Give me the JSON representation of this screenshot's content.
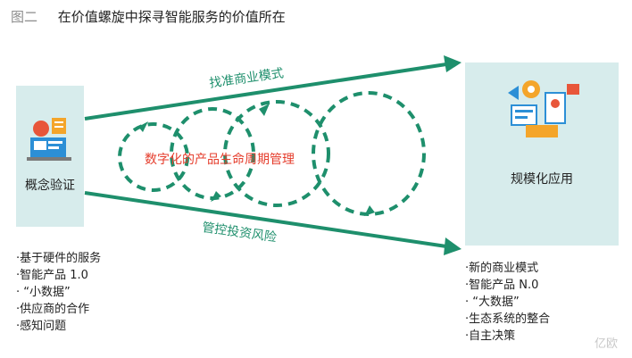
{
  "header": {
    "figure_label": "图二",
    "title": "在价值螺旋中探寻智能服务的价值所在"
  },
  "left_box": {
    "label": "概念验证"
  },
  "right_box": {
    "label": "规模化应用"
  },
  "top_arrow_label": "找准商业模式",
  "bottom_arrow_label": "管控投资风险",
  "center_label": "数字化的产品生命周期管理",
  "left_bullets": [
    "·基于硬件的服务",
    "·智能产品 1.0",
    "· “小数据”",
    "·供应商的合作",
    "·感知问题"
  ],
  "right_bullets": [
    "·新的商业模式",
    "·智能产品 N.0",
    "· “大数据”",
    "·生态系统的整合",
    "·自主决策"
  ],
  "watermark": "亿欧",
  "colors": {
    "arrow": "#1e8f6c",
    "box_fill": "#d7ecec",
    "center_text": "#e53d2c"
  }
}
